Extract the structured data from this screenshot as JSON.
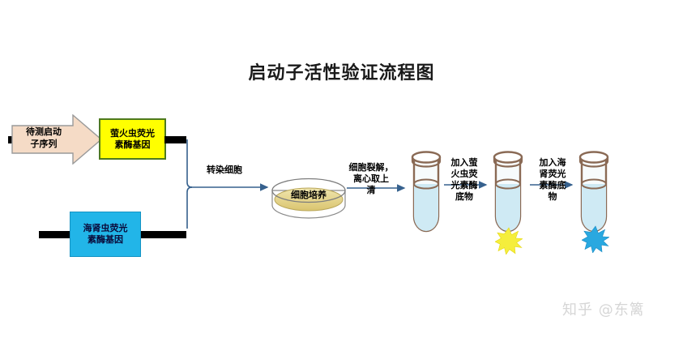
{
  "diagram": {
    "title": "启动子活性验证流程图",
    "watermark": "知乎 @东篱"
  },
  "constructs": {
    "promoter": {
      "label": "待测启动\n子序列",
      "line1": "待测启动",
      "line2": "子序列",
      "shape": "right-arrow-pentagon",
      "fill": "#F5DBC6",
      "stroke": "#9a9a9a"
    },
    "firefly_gene": {
      "line1": "萤火虫荧光",
      "line2": "素酶基因",
      "fill": "#FFFF00",
      "stroke": "#4E7A1E"
    },
    "renilla_gene": {
      "line1": "海肾虫荧光",
      "line2": "素酶基因",
      "fill": "#22B5E8",
      "stroke": "#1593C4"
    },
    "dna_backbone_color": "#000000"
  },
  "steps": [
    {
      "id": "transfect",
      "line1": "转染细胞"
    },
    {
      "id": "culture",
      "line1": "细胞培养"
    },
    {
      "id": "lysis",
      "line1": "细胞裂解，",
      "line2": "离心取上",
      "line3": "清"
    },
    {
      "id": "firefly_substrate",
      "line1": "加入萤",
      "line2": "火虫荧",
      "line3": "光素酶",
      "line4": "底物"
    },
    {
      "id": "renilla_substrate",
      "line1": "加入海",
      "line2": "肾荧光",
      "line3": "素酶底",
      "line4": "物"
    }
  ],
  "objects": {
    "petri_dish": {
      "name": "细胞培养",
      "medium_color": "#E8DB9A",
      "rim_color": "#7d7d7d"
    },
    "tubes": [
      {
        "id": "tube-lysate",
        "liquid_color": "#CFEAF4",
        "glow": "none"
      },
      {
        "id": "tube-firefly",
        "liquid_color": "#CFEAF4",
        "glow": "yellow"
      },
      {
        "id": "tube-renilla",
        "liquid_color": "#CFEAF4",
        "glow": "blue"
      }
    ],
    "glow_colors": {
      "firefly": "#F5EE3C",
      "renilla": "#29A8E0"
    },
    "arrow_color": "#36618E"
  }
}
